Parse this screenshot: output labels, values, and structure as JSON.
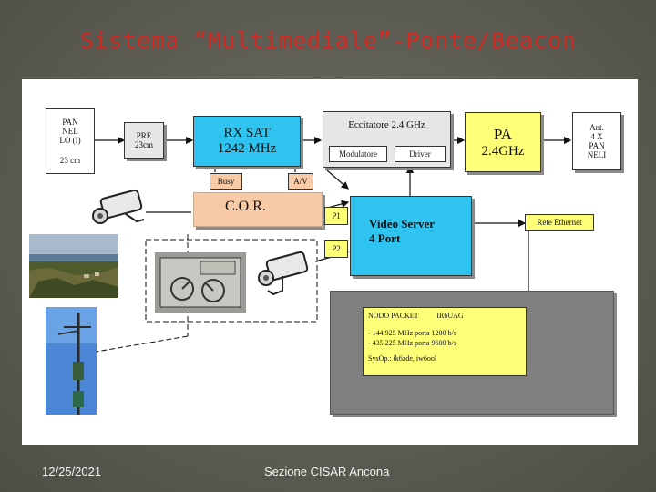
{
  "title": "Sistema “Multimediale”-Ponte/Beacon",
  "footer": {
    "date": "12/25/2021",
    "organization": "Sezione CISAR Ancona"
  },
  "colors": {
    "title": "#cc2a22",
    "block_blue": "#2fc3f0",
    "block_yellow": "#ffff77",
    "block_orange": "#f8caa5"
  },
  "diagram": {
    "pan_lo": {
      "l1": "PAN",
      "l2": "NEL",
      "l3": "LO (I)",
      "l4": "23 cm"
    },
    "pre": {
      "l1": "PRE",
      "l2": "23cm"
    },
    "rx_sat": {
      "l1": "RX  SAT",
      "l2": "1242 MHz"
    },
    "eccitatore": "Eccitatore 2.4 GHz",
    "modulatore": "Modulatore",
    "driver": "Driver",
    "pa": {
      "l1": "PA",
      "l2": "2.4GHz"
    },
    "antenna": {
      "l1": "Ant.",
      "l2": "4 X",
      "l3": "PAN",
      "l4": "NELI"
    },
    "busy": "Busy",
    "av": "A/V",
    "cor": "C.O.R.",
    "p1": "P1",
    "p2": "P2",
    "video_server": {
      "l1": "Video Server",
      "l2": "4 Port"
    },
    "rete_ethernet": "Rete Ethernet",
    "nodo_packet": {
      "title": "NODO PACKET",
      "callsign": "IR6UAG",
      "line1": "144.925 MHz  porta 1200 b/s",
      "line2": "435.225 MHz  porta 9600 b/s",
      "sysop": "SysOp.: ik6zde, iw6ool"
    }
  }
}
